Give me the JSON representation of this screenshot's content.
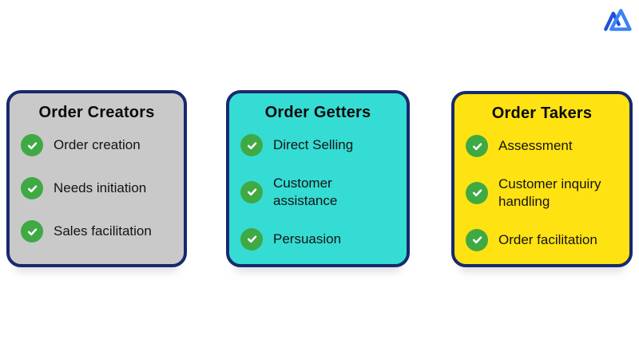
{
  "logo": {
    "name": "mountain-m-logo",
    "color_dark": "#2050D8",
    "color_light": "#3B82F6"
  },
  "colors": {
    "border": "#17296E",
    "check_bg": "#3FA944",
    "check_mark": "#FFFFFF",
    "text": "#141414"
  },
  "cards": [
    {
      "title": "Order Creators",
      "bg": "#C9C9C9",
      "items": [
        "Order creation",
        "Needs initiation",
        "Sales facilitation"
      ]
    },
    {
      "title": "Order Getters",
      "bg": "#35DCD4",
      "items": [
        "Direct Selling",
        "Customer assistance",
        "Persuasion"
      ]
    },
    {
      "title": "Order Takers",
      "bg": "#FFE212",
      "items": [
        "Assessment",
        "Customer inquiry handling",
        "Order facilitation"
      ]
    }
  ]
}
